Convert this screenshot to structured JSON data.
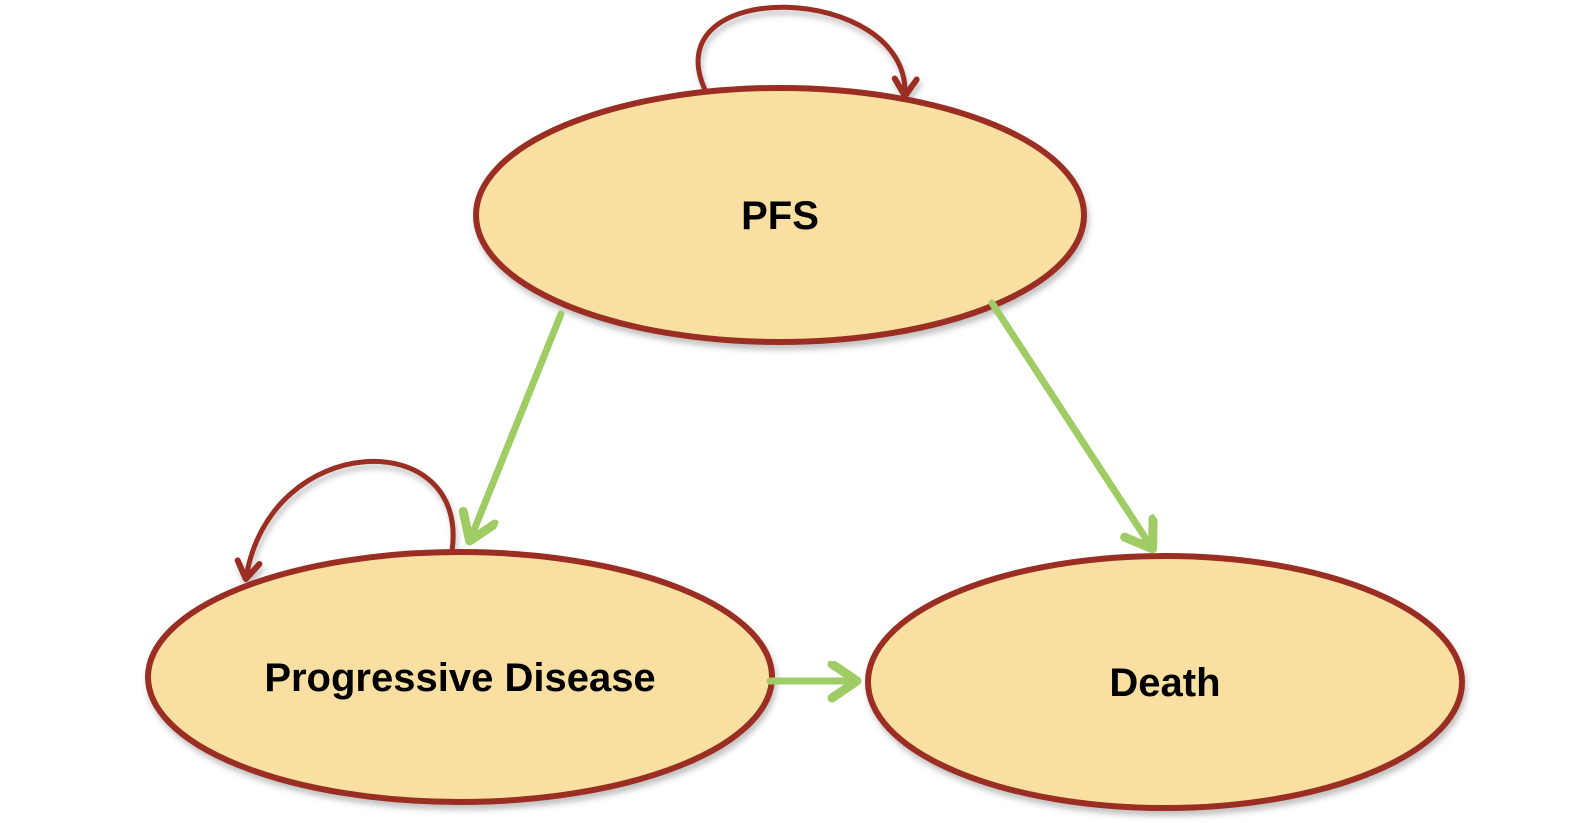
{
  "diagram": {
    "type": "state-transition-model",
    "nodes": [
      {
        "id": "pfs",
        "label": "PFS",
        "shape": "ellipse",
        "has_self_loop": true
      },
      {
        "id": "progressive-disease",
        "label": "Progressive Disease",
        "shape": "ellipse",
        "has_self_loop": true
      },
      {
        "id": "death",
        "label": "Death",
        "shape": "ellipse",
        "has_self_loop": false
      }
    ],
    "edges": [
      {
        "from": "pfs",
        "to": "pfs",
        "kind": "self-loop",
        "color_role": "node_stroke"
      },
      {
        "from": "progressive-disease",
        "to": "progressive-disease",
        "kind": "self-loop",
        "color_role": "node_stroke"
      },
      {
        "from": "pfs",
        "to": "progressive-disease",
        "kind": "transition",
        "color_role": "arrow_green"
      },
      {
        "from": "pfs",
        "to": "death",
        "kind": "transition",
        "color_role": "arrow_green"
      },
      {
        "from": "progressive-disease",
        "to": "death",
        "kind": "transition",
        "color_role": "arrow_green"
      }
    ]
  },
  "colors": {
    "node_fill": "#FADFA2",
    "node_stroke": "#9B2D20",
    "arrow_green": "#A0CC66",
    "label_text": "#000000",
    "background": "#FFFFFF"
  }
}
